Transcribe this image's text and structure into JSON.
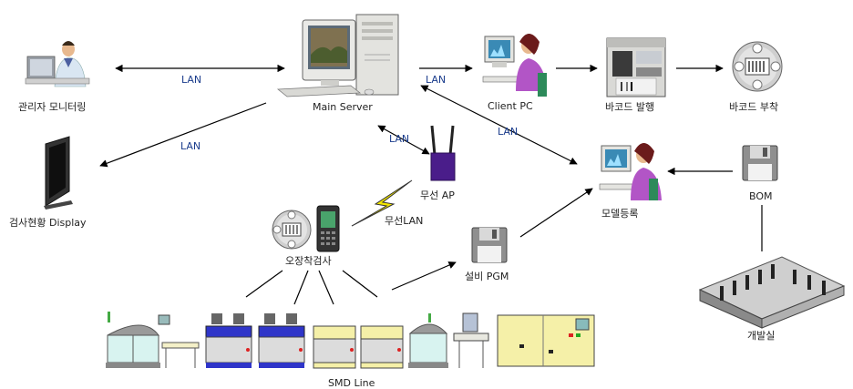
{
  "nodes": {
    "admin": "관리자 모니터링",
    "server": "Main Server",
    "client": "Client PC",
    "barcode_print": "바코드 발행",
    "barcode_attach": "바코드 부착",
    "display": "검사현황 Display",
    "ap": "무선 AP",
    "wireless": "무선LAN",
    "model_reg": "모델등록",
    "bom": "BOM",
    "inspection": "오장착검사",
    "equip_pgm": "설비 PGM",
    "dev_room": "개발실",
    "smd_line": "SMD Line"
  },
  "links": {
    "lan_admin": "LAN",
    "lan_client": "LAN",
    "lan_display": "LAN",
    "lan_ap": "LAN",
    "lan_model": "LAN"
  },
  "colors": {
    "lan_text": "#1a3c8c",
    "ap_body": "#4a1d8a",
    "lightning": "#f2e600",
    "reel": "#c8c8c8",
    "machine_blue": "#2f35c9",
    "machine_yellow": "#f5f0a8",
    "machine_cyan": "#d8f3f0"
  }
}
